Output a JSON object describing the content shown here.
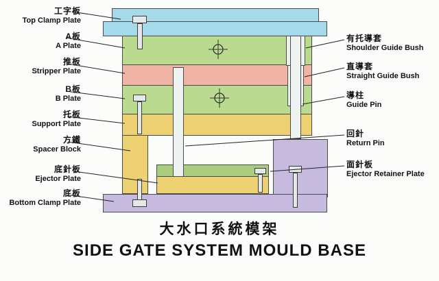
{
  "title": {
    "chinese": "大水口系統模架",
    "english": "SIDE GATE SYSTEM MOULD BASE"
  },
  "left_labels": [
    {
      "zh": "工字板",
      "en": "Top Clamp Plate"
    },
    {
      "zh": "A板",
      "en": "A Plate"
    },
    {
      "zh": "推板",
      "en": "Stripper Plate"
    },
    {
      "zh": "B板",
      "en": "B Plate"
    },
    {
      "zh": "托板",
      "en": "Support Plate"
    },
    {
      "zh": "方鐵",
      "en": "Spacer Block"
    },
    {
      "zh": "底針板",
      "en": "Ejector Plate"
    },
    {
      "zh": "底板",
      "en": "Bottom Clamp Plate"
    }
  ],
  "right_labels": [
    {
      "zh": "有托導套",
      "en": "Shoulder Guide Bush"
    },
    {
      "zh": "直導套",
      "en": "Straight Guide Bush"
    },
    {
      "zh": "導柱",
      "en": "Guide Pin"
    },
    {
      "zh": "回針",
      "en": "Return Pin"
    },
    {
      "zh": "面針板",
      "en": "Ejector Retainer Plate"
    }
  ],
  "colors": {
    "top_clamp_plate": "#a6d9e9",
    "a_plate": "#b9da8f",
    "stripper_plate": "#efb4a6",
    "b_plate": "#b9da8f",
    "support_plate": "#eed172",
    "spacer_block_left": "#eed172",
    "spacer_block_right": "#c6bbdf",
    "ejector_retainer_plate": "#abce7d",
    "ejector_plate": "#eed172",
    "bottom_clamp_plate": "#c6bbdf",
    "pin": "#eef3f1",
    "outline": "#4a4a4a"
  }
}
